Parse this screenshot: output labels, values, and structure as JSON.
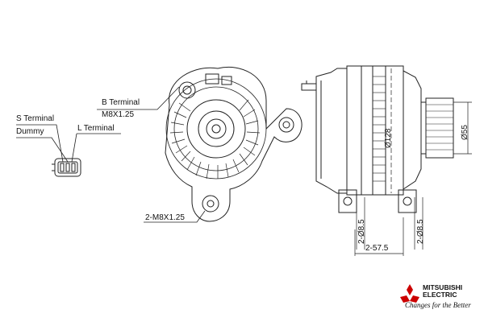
{
  "labels": {
    "b_terminal": "B Terminal",
    "b_terminal_thread": "M8X1.25",
    "s_terminal": "S Terminal",
    "dummy": "Dummy",
    "l_terminal": "L Terminal",
    "mount_thread": "2-M8X1.25"
  },
  "dimensions": {
    "pulley_dia": "Ø55",
    "body_dia": "Ø128",
    "hole_left": "2-Ø8.5",
    "hole_right": "2-Ø8.5",
    "length": "2-57.5"
  },
  "brand": {
    "name_line1": "MITSUBISHI",
    "name_line2": "ELECTRIC",
    "tagline": "Changes for the Better",
    "logo_color": "#cc0000"
  }
}
